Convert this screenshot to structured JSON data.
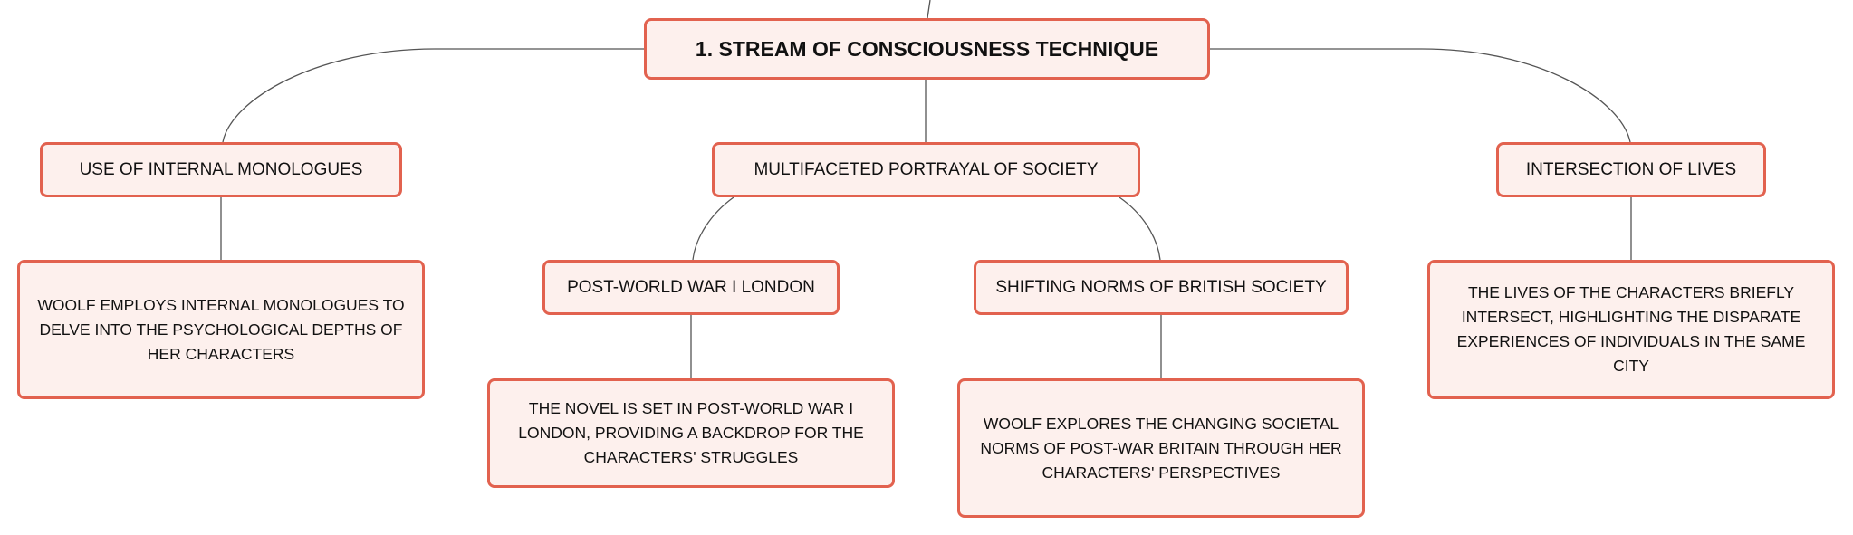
{
  "root": {
    "title": "1. STREAM OF CONSCIOUSNESS TECHNIQUE"
  },
  "topics": [
    {
      "label": "USE OF INTERNAL MONOLOGUES",
      "detail": "WOOLF EMPLOYS INTERNAL MONOLOGUES TO DELVE INTO THE PSYCHOLOGICAL DEPTHS OF HER CHARACTERS"
    },
    {
      "label": "MULTIFACETED PORTRAYAL OF SOCIETY",
      "subtopics": [
        {
          "label": "POST-WORLD WAR I LONDON",
          "detail": "THE NOVEL IS SET IN POST-WORLD WAR I LONDON, PROVIDING A BACKDROP FOR THE CHARACTERS' STRUGGLES"
        },
        {
          "label": "SHIFTING NORMS OF BRITISH SOCIETY",
          "detail": "WOOLF EXPLORES THE CHANGING SOCIETAL NORMS OF POST-WAR BRITAIN THROUGH HER CHARACTERS' PERSPECTIVES"
        }
      ]
    },
    {
      "label": "INTERSECTION OF LIVES",
      "detail": "THE LIVES OF THE CHARACTERS BRIEFLY INTERSECT, HIGHLIGHTING THE DISPARATE EXPERIENCES OF INDIVIDUALS IN THE SAME CITY"
    }
  ],
  "colors": {
    "node_border": "#e2624f",
    "node_fill": "#fdf0ed",
    "connector": "#555555"
  }
}
